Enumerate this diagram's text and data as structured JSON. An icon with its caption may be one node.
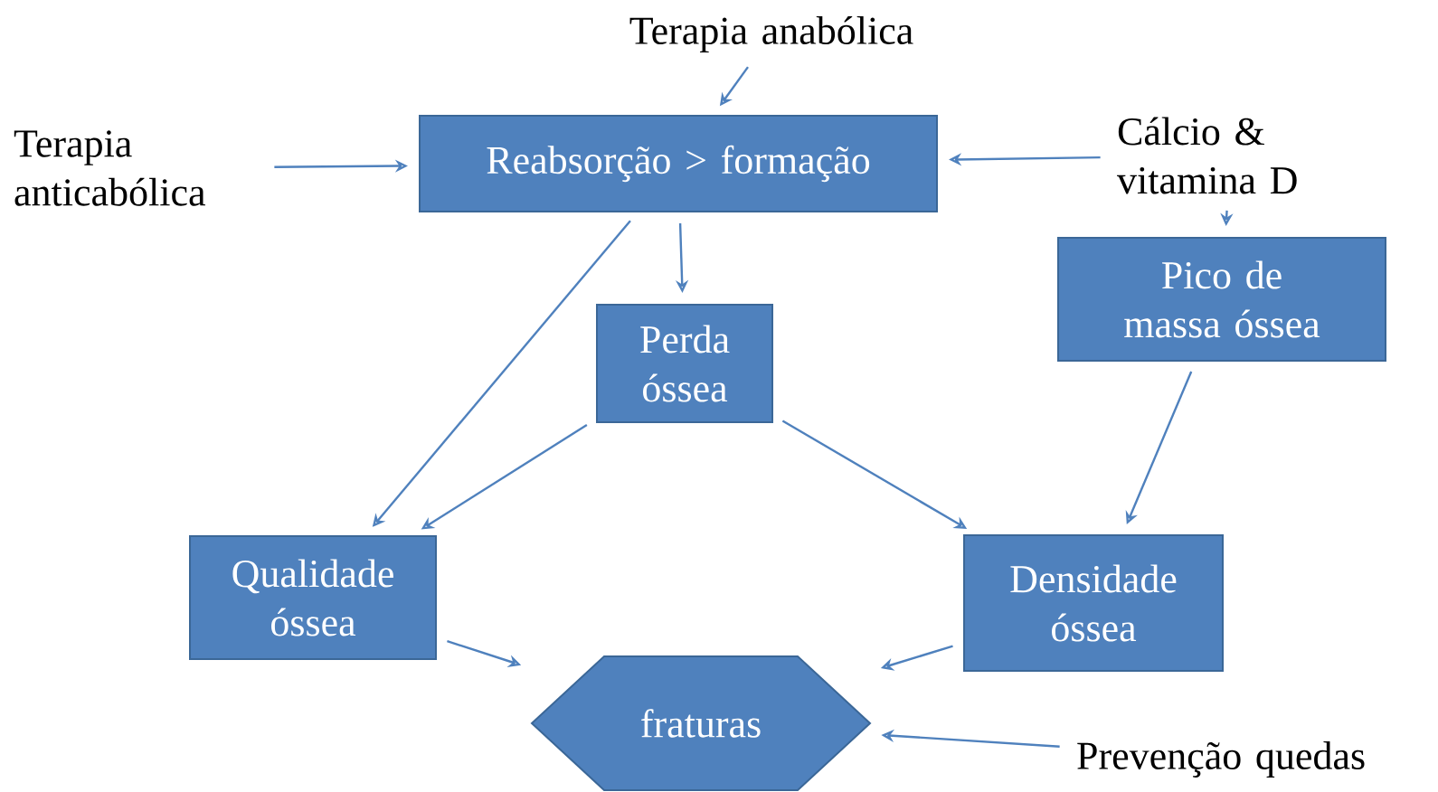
{
  "diagram": {
    "nodes": [
      {
        "text": [
          "Terapia anabólica"
        ]
      },
      {
        "text": [
          "Terapia anticabólica"
        ]
      },
      {
        "text": [
          "Reabsorção > formação"
        ]
      },
      {
        "text": [
          "Cálcio & vitamina D"
        ]
      },
      {
        "text": [
          "Pico de massa óssea"
        ]
      },
      {
        "text": [
          "Perda óssea"
        ]
      },
      {
        "text": [
          "Qualidade óssea"
        ]
      },
      {
        "text": [
          "Densidade óssea"
        ]
      },
      {
        "text": [
          "fraturas"
        ]
      },
      {
        "text": [
          "Prevenção quedas"
        ]
      }
    ],
    "edges": [
      {
        "from": 0,
        "to": 2,
        "arrow": "to"
      },
      {
        "from": 1,
        "to": 2,
        "arrow": "to"
      },
      {
        "from": 3,
        "to": 2,
        "arrow": "to"
      },
      {
        "from": 3,
        "to": 4,
        "arrow": "to"
      },
      {
        "from": 2,
        "to": 5,
        "arrow": "to"
      },
      {
        "from": 2,
        "to": 6,
        "arrow": "to"
      },
      {
        "from": 5,
        "to": 6,
        "arrow": "to"
      },
      {
        "from": 5,
        "to": 7,
        "arrow": "to"
      },
      {
        "from": 4,
        "to": 7,
        "arrow": "to"
      },
      {
        "from": 6,
        "to": 8,
        "arrow": "to"
      },
      {
        "from": 7,
        "to": 8,
        "arrow": "to"
      },
      {
        "from": 9,
        "to": 8,
        "arrow": "to"
      }
    ]
  }
}
